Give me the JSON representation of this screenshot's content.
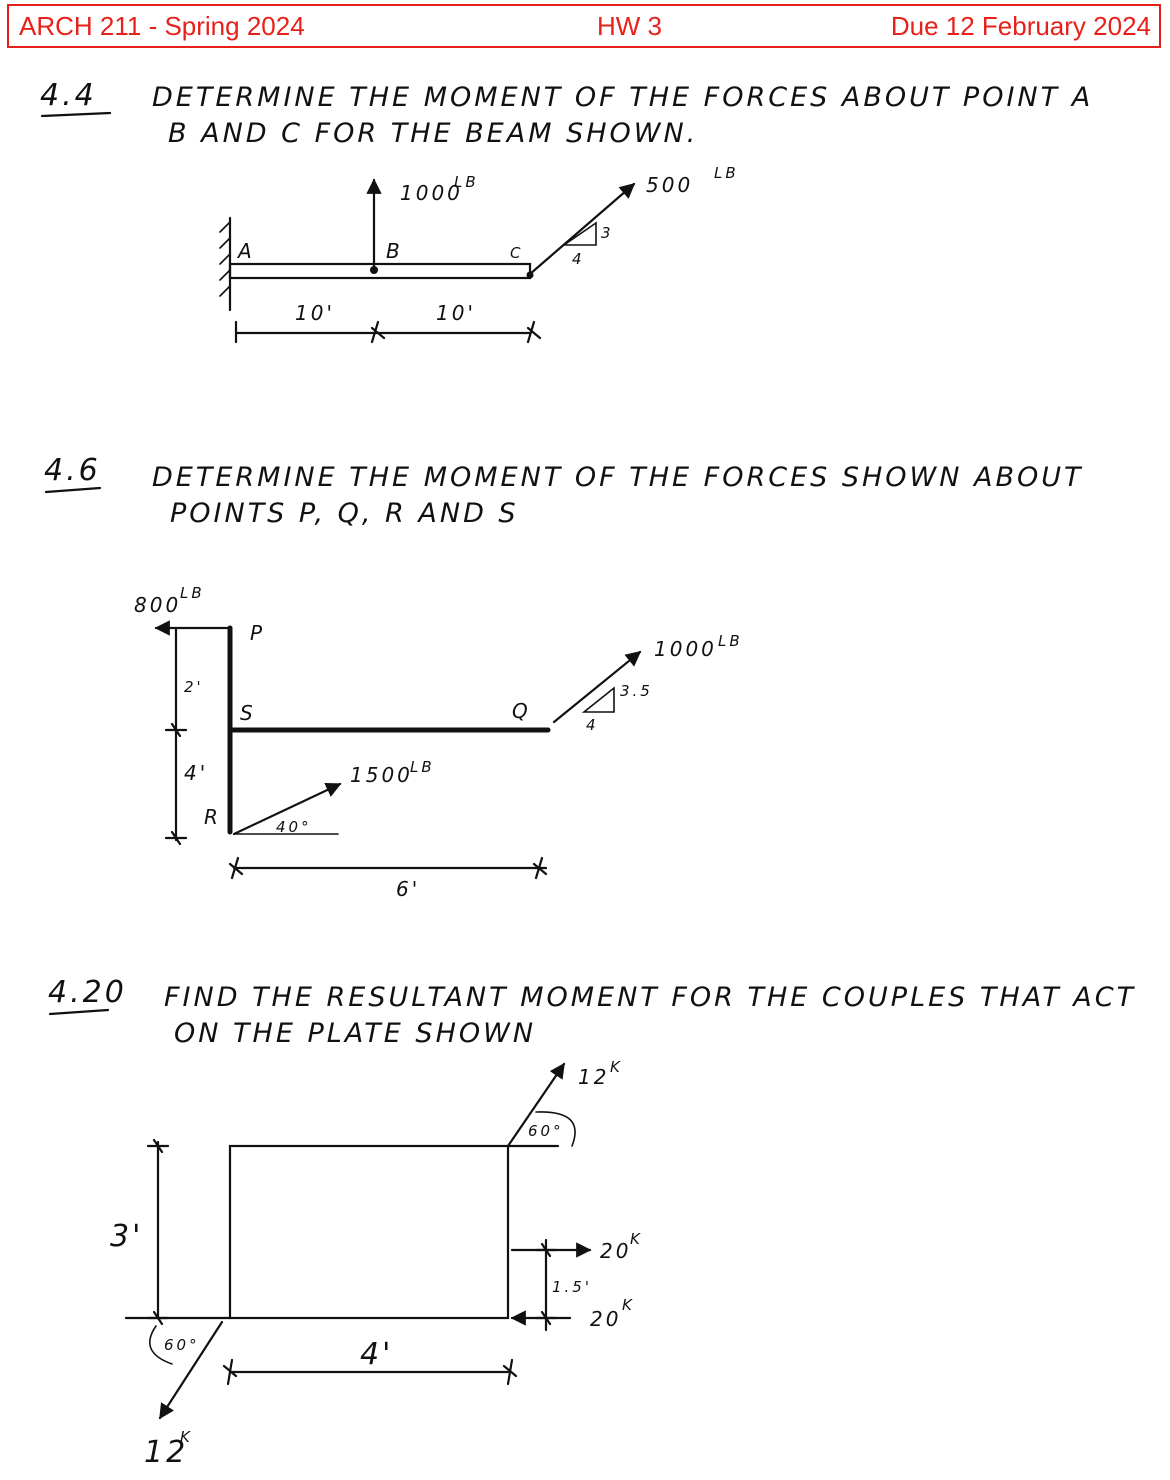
{
  "header": {
    "left": "ARCH 211  - Spring 2024",
    "center": "HW 3",
    "right": "Due 12 February 2024",
    "color": "#e8201a"
  },
  "problems": [
    {
      "number": "4.4",
      "line1": "DETERMINE THE MOMENT OF THE FORCES ABOUT POINT A",
      "line2": "B AND C FOR THE BEAM SHOWN.",
      "labels": {
        "force_b": "1000",
        "force_b_unit": "LB",
        "force_c": "500",
        "force_c_unit": "LB",
        "point_a": "A",
        "point_b": "B",
        "point_c": "C",
        "slope_rise": "3",
        "slope_run": "4",
        "dim1": "10'",
        "dim2": "10'"
      }
    },
    {
      "number": "4.6",
      "line1": "DETERMINE THE MOMENT OF THE FORCES SHOWN ABOUT",
      "line2": "POINTS P, Q, R AND S",
      "labels": {
        "force_p": "800",
        "force_p_unit": "LB",
        "force_q": "1000",
        "force_q_unit": "LB",
        "force_r": "1500",
        "force_r_unit": "LB",
        "point_p": "P",
        "point_s": "S",
        "point_q": "Q",
        "point_r": "R",
        "slope_rise": "3.5",
        "slope_run": "4",
        "angle": "40°",
        "dim_top": "2'",
        "dim_bottom": "4'",
        "dim_horizontal": "6'"
      }
    },
    {
      "number": "4.20",
      "line1": "FIND THE RESULTANT MOMENT FOR THE COUPLES   THAT ACT",
      "line2": "ON THE PLATE SHOWN",
      "labels": {
        "force_top": "12",
        "force_top_unit": "K",
        "angle_top": "60°",
        "force_right_top": "20",
        "force_right_top_unit": "K",
        "force_right_bottom": "20",
        "force_right_bottom_unit": "K",
        "dim_couple": "1.5'",
        "dim_height": "3'",
        "dim_width": "4'",
        "angle_bottom": "60°",
        "force_bottom": "12",
        "force_bottom_unit": "K"
      }
    }
  ]
}
